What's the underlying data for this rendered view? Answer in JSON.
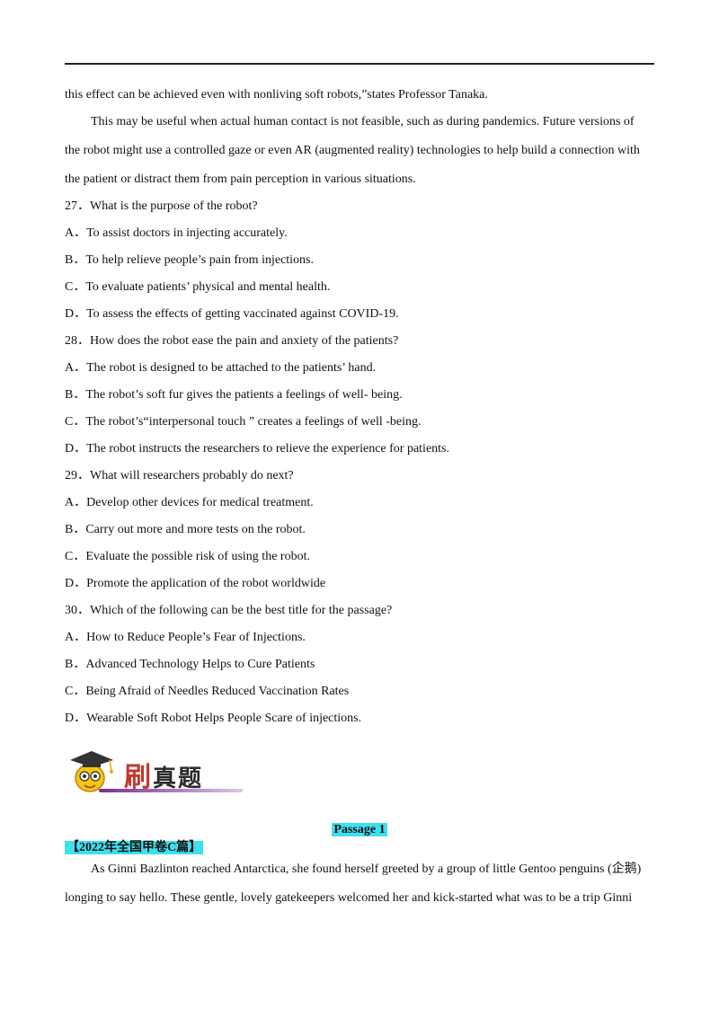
{
  "passage_text": {
    "l1": "this effect can be achieved even with nonliving soft robots,”states Professor Tanaka.",
    "l2": "This may be useful when actual human contact is not feasible, such as during pandemics. Future versions of",
    "l3": "the robot might use a controlled gaze or even AR (augmented reality) technologies to help build a connection with",
    "l4": "the patient or distract them from pain perception in various situations."
  },
  "questions": {
    "q27": {
      "stem": "27．What is the purpose of the robot?",
      "a": "A．To assist doctors in injecting accurately.",
      "b": "B．To help relieve people’s pain from injections.",
      "c": "C．To evaluate patients’ physical and mental health.",
      "d": "D．To assess the effects of getting vaccinated against COVID-19."
    },
    "q28": {
      "stem": "28．How does the robot ease the pain and anxiety of the patients?",
      "a": "A．The robot is designed to be attached to the patients’ hand.",
      "b": "B．The robot’s soft fur gives the patients a feelings of well- being.",
      "c": "C．The robot’s“interpersonal touch ” creates a feelings of well -being.",
      "d": "D．The robot instructs the researchers to relieve the experience for patients."
    },
    "q29": {
      "stem": "29．What will researchers probably do next?",
      "a": "A．Develop other devices for medical treatment.",
      "b": "B．Carry out more and more tests on the robot.",
      "c": "C．Evaluate the possible risk of using the robot.",
      "d": "D．Promote the application of the robot worldwide"
    },
    "q30": {
      "stem": "30．Which of the following can be the best title for the passage?",
      "a": "A．How to Reduce People’s Fear of Injections.",
      "b": "B．Advanced Technology Helps to Cure Patients",
      "c": "C．Being Afraid of Needles Reduced Vaccination Rates",
      "d": "D．Wearable Soft Robot Helps People Scare of injections."
    }
  },
  "banner": {
    "first_char": "刷",
    "rest": "真题",
    "icon": "graduate-mascot-icon"
  },
  "passage1": {
    "heading": "Passage 1",
    "source_tag": "【2022年全国甲卷C篇】",
    "l1": "As Ginni Bazlinton reached Antarctica, she found herself greeted by a group of little Gentoo penguins (企鹅)",
    "l2": "longing to say hello. These gentle, lovely gatekeepers welcomed her and kick-started what was to be a trip Ginni"
  },
  "colors": {
    "highlight": "#3de0f0",
    "banner_red": "#c0392b",
    "banner_purple": "#7b2d8e"
  }
}
